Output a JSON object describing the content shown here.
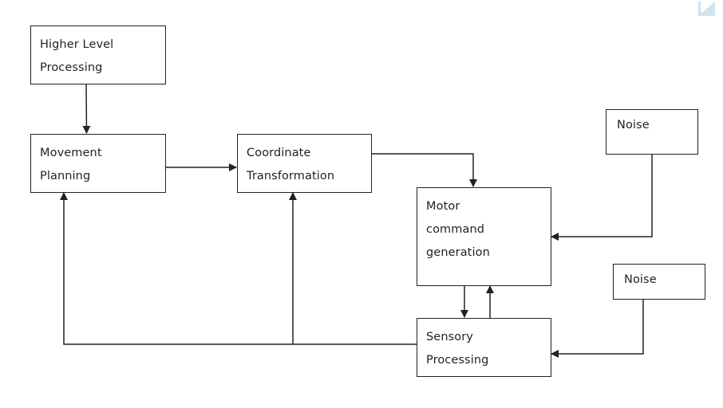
{
  "diagram": {
    "nodes": [
      {
        "id": "higher-level",
        "lines": [
          "Higher Level",
          "Processing"
        ]
      },
      {
        "id": "movement-planning",
        "lines": [
          "Movement",
          "Planning"
        ]
      },
      {
        "id": "coordinate-transformation",
        "lines": [
          "Coordinate",
          "Transformation"
        ]
      },
      {
        "id": "motor-command",
        "lines": [
          "Motor",
          "command",
          "generation"
        ]
      },
      {
        "id": "sensory-processing",
        "lines": [
          "Sensory",
          "Processing"
        ]
      },
      {
        "id": "noise-1",
        "lines": [
          "Noise"
        ]
      },
      {
        "id": "noise-2",
        "lines": [
          "Noise"
        ]
      }
    ],
    "edges": [
      {
        "from": "higher-level",
        "to": "movement-planning"
      },
      {
        "from": "movement-planning",
        "to": "coordinate-transformation"
      },
      {
        "from": "coordinate-transformation",
        "to": "motor-command"
      },
      {
        "from": "noise-1",
        "to": "motor-command"
      },
      {
        "from": "motor-command",
        "to": "sensory-processing"
      },
      {
        "from": "sensory-processing",
        "to": "motor-command"
      },
      {
        "from": "noise-2",
        "to": "sensory-processing"
      },
      {
        "from": "sensory-processing",
        "to": "movement-planning"
      },
      {
        "from": "sensory-processing",
        "to": "coordinate-transformation"
      }
    ]
  }
}
